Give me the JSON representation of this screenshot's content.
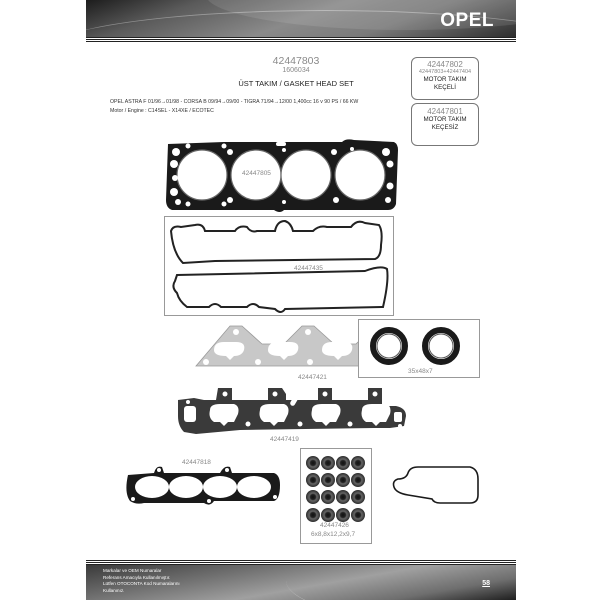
{
  "header": {
    "brand": "OPEL"
  },
  "title_block": {
    "part_number": "42447803",
    "sub_number": "1606034",
    "set_name": "ÜST TAKIM  / GASKET HEAD SET"
  },
  "application": {
    "vehicles_line": "OPEL ASTRA F  01/96→01/98 - CORSA B 09/94→09/00 - TIGRA 71/94→12/00  1,400cc 16 v 90 PS / 66 KW",
    "engine_line": "Motor / Engine : C14SEL - X14XE / ECOTEC"
  },
  "side_boxes": [
    {
      "part_number": "42447802",
      "reference": "42447803+42447404",
      "label_line1": "MOTOR TAKIM",
      "label_line2": "KEÇELİ"
    },
    {
      "part_number": "42447801",
      "reference": "",
      "label_line1": "MOTOR TAKIM",
      "label_line2": "KEÇESİZ"
    }
  ],
  "parts": [
    {
      "id": "head-gasket",
      "label": "42447805"
    },
    {
      "id": "valve-cover-gaskets",
      "label": "42447435"
    },
    {
      "id": "exhaust-manifold-gasket",
      "label": "42447421"
    },
    {
      "id": "oil-seals",
      "label": "35x48x7"
    },
    {
      "id": "intake-manifold-gasket",
      "label": "42447419"
    },
    {
      "id": "throttle-gasket",
      "label": "42447818"
    },
    {
      "id": "valve-stem-seals",
      "label": "42447426",
      "size": "6x8,8x12,2x9,7"
    },
    {
      "id": "thermostat-gasket",
      "label": ""
    }
  ],
  "footer": {
    "note_lines": [
      "Markalar ve OEM Numaralar",
      "Referans Amacıyla Kullanılmıştır.",
      "Lütfen OTOCONTA Kod Numaralarını",
      "Kullanınız."
    ],
    "page_number": "58"
  },
  "colors": {
    "header_dark": "#1c1c1c",
    "header_mid": "#8a8a8a",
    "label_gray": "#888888",
    "gasket_black": "#1a1a1a",
    "gasket_graphite": "#3a3a3a",
    "exhaust_silver": "#c8c8c8"
  }
}
